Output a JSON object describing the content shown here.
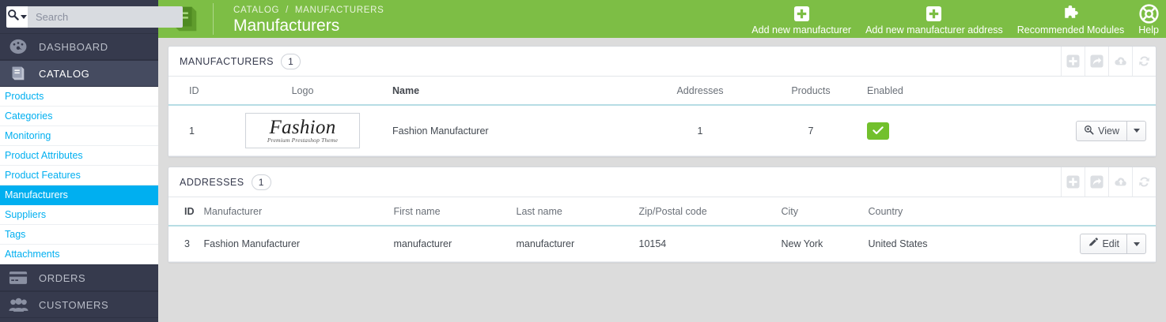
{
  "sidebar": {
    "search": {
      "placeholder": "Search",
      "value": "",
      "icon": "search-icon",
      "caret": "chevron-down-icon"
    },
    "main_items": [
      {
        "label": "DASHBOARD",
        "icon": "gauge-icon",
        "active": false
      },
      {
        "label": "CATALOG",
        "icon": "book-icon",
        "active": true
      },
      {
        "label": "ORDERS",
        "icon": "credit-card-icon",
        "active": false
      },
      {
        "label": "CUSTOMERS",
        "icon": "people-icon",
        "active": false
      }
    ],
    "catalog_submenu": [
      {
        "label": "Products",
        "active": false
      },
      {
        "label": "Categories",
        "active": false
      },
      {
        "label": "Monitoring",
        "active": false
      },
      {
        "label": "Product Attributes",
        "active": false
      },
      {
        "label": "Product Features",
        "active": false
      },
      {
        "label": "Manufacturers",
        "active": true
      },
      {
        "label": "Suppliers",
        "active": false
      },
      {
        "label": "Tags",
        "active": false
      },
      {
        "label": "Attachments",
        "active": false
      }
    ]
  },
  "header": {
    "icon": "book-icon",
    "breadcrumb_parent": "CATALOG",
    "breadcrumb_separator": "/",
    "breadcrumb_current": "MANUFACTURERS",
    "title": "Manufacturers",
    "actions": [
      {
        "label": "Add new manufacturer",
        "icon": "plus-square-icon"
      },
      {
        "label": "Add new manufacturer address",
        "icon": "plus-square-icon"
      },
      {
        "label": "Recommended Modules",
        "icon": "puzzle-icon"
      },
      {
        "label": "Help",
        "icon": "lifebuoy-icon"
      }
    ],
    "accent_color": "#7dbe45"
  },
  "manufacturers_panel": {
    "title": "MANUFACTURERS",
    "count": "1",
    "tools": [
      {
        "name": "add-icon",
        "glyph": "plus"
      },
      {
        "name": "export-icon",
        "glyph": "export"
      },
      {
        "name": "import-icon",
        "glyph": "cloud"
      },
      {
        "name": "refresh-icon",
        "glyph": "refresh"
      }
    ],
    "columns": [
      {
        "label": "ID",
        "sorted": false
      },
      {
        "label": "Logo",
        "sorted": false
      },
      {
        "label": "Name",
        "sorted": true
      },
      {
        "label": "Addresses",
        "sorted": false
      },
      {
        "label": "Products",
        "sorted": false
      },
      {
        "label": "Enabled",
        "sorted": false
      }
    ],
    "rows": [
      {
        "id": "1",
        "logo_word": "Fashion",
        "logo_sub": "Premium Prestashop Theme",
        "name": "Fashion Manufacturer",
        "addresses": "1",
        "products": "7",
        "enabled": true,
        "action_label": "View",
        "action_icon": "magnifier-plus-icon"
      }
    ]
  },
  "addresses_panel": {
    "title": "ADDRESSES",
    "count": "1",
    "tools": [
      {
        "name": "add-icon",
        "glyph": "plus"
      },
      {
        "name": "export-icon",
        "glyph": "export"
      },
      {
        "name": "import-icon",
        "glyph": "cloud"
      },
      {
        "name": "refresh-icon",
        "glyph": "refresh"
      }
    ],
    "columns": [
      {
        "label": "ID",
        "sorted": true
      },
      {
        "label": "Manufacturer",
        "sorted": false
      },
      {
        "label": "First name",
        "sorted": false
      },
      {
        "label": "Last name",
        "sorted": false
      },
      {
        "label": "Zip/Postal code",
        "sorted": false
      },
      {
        "label": "City",
        "sorted": false
      },
      {
        "label": "Country",
        "sorted": false
      }
    ],
    "rows": [
      {
        "id": "3",
        "manufacturer": "Fashion Manufacturer",
        "first_name": "manufacturer",
        "last_name": "manufacturer",
        "zip": "10154",
        "city": "New York",
        "country": "United States",
        "action_label": "Edit",
        "action_icon": "pencil-icon"
      }
    ]
  }
}
